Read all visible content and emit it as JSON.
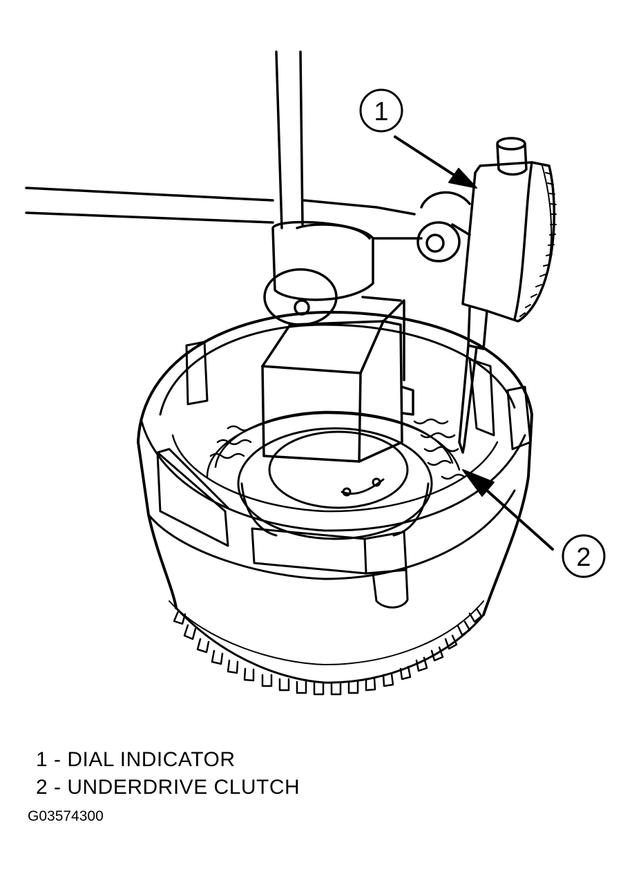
{
  "callouts": [
    {
      "number": "1",
      "label": "DIAL INDICATOR"
    },
    {
      "number": "2",
      "label": "UNDERDRIVE CLUTCH"
    }
  ],
  "legend": [
    "1 - DIAL INDICATOR",
    "2 - UNDERDRIVE CLUTCH"
  ],
  "figure_code": "G03574300",
  "colors": {
    "line": "#000000",
    "background": "#ffffff"
  }
}
